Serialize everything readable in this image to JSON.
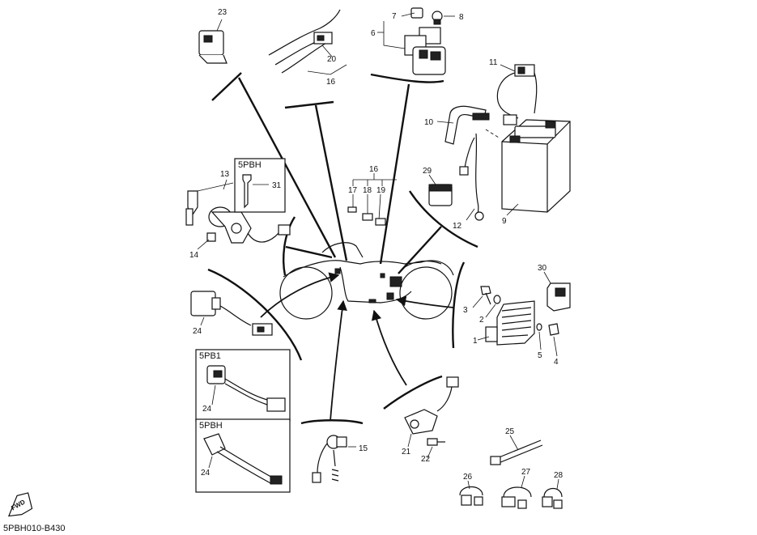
{
  "diagram_code": "5PBH010-B430",
  "fwd_label": "FWD",
  "variants": {
    "key_box": "5PBH",
    "box_a": "5PB1",
    "box_b": "5PBH"
  },
  "callouts": {
    "p1": "1",
    "p2": "2",
    "p3": "3",
    "p4": "4",
    "p5": "5",
    "p6": "6",
    "p7": "7",
    "p8": "8",
    "p9": "9",
    "p10": "10",
    "p11": "11",
    "p12": "12",
    "p13": "13",
    "p14": "14",
    "p15": "15",
    "p16a": "16",
    "p16b": "16",
    "p17": "17",
    "p18": "18",
    "p19": "19",
    "p20": "20",
    "p21": "21",
    "p22": "22",
    "p23": "23",
    "p24a": "24",
    "p24b": "24",
    "p24c": "24",
    "p25": "25",
    "p26": "26",
    "p27": "27",
    "p28": "28",
    "p29": "29",
    "p30": "30",
    "p31": "31"
  }
}
